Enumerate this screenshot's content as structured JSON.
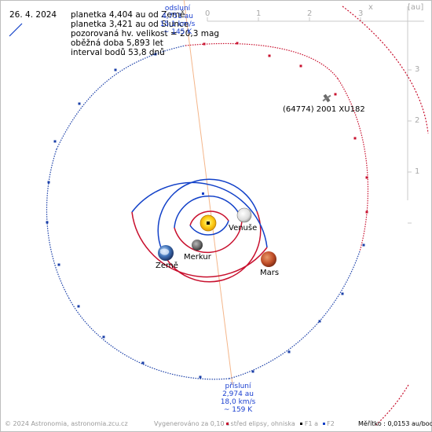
{
  "date": "26. 4. 2024",
  "info_lines": [
    "planetka 4,404 au od Země",
    "planetka 3,421 au od Slunce",
    "pozorovaná hv. velikost = 20,3 mag",
    "oběžná doba 5,893 let",
    "interval bodů 53,8 dnů"
  ],
  "aphelion": {
    "title": "odsluní",
    "distance": "4,751 au",
    "speed": "15,1 km/s",
    "temp": "~ 145 K"
  },
  "perihelion": {
    "title": "přísluní",
    "distance": "2,974 au",
    "speed": "18,0 km/s",
    "temp": "~ 159 K"
  },
  "asteroid_name": "(64774) 2001 XU182",
  "planets": {
    "venus": "Venuše",
    "mercury": "Merkur",
    "earth": "Země",
    "mars": "Mars"
  },
  "axis": {
    "x_unit_label": "x",
    "unit": "[au]",
    "x_ticks": [
      "0",
      "1",
      "2",
      "3"
    ],
    "y_ticks": [
      "3",
      "2",
      "1"
    ]
  },
  "footer": {
    "copyright": "© 2024 Astronomia, astronomia.zcu.cz",
    "generated": "Vygenerováno za 0,10 s",
    "legend_center": "střed elipsy, ohniska",
    "legend_f1": "F1",
    "legend_a": "a",
    "legend_f2": "F2",
    "scale": "Měřítko : 0,0153 au/bod"
  },
  "colors": {
    "orbit_above": "#c8102e",
    "orbit_below": "#1140c8",
    "asteroid_above": "#c8102e",
    "asteroid_below": "#1a3fa8",
    "apsis_line": "#f4b68a",
    "axis": "#c0c0c0"
  }
}
